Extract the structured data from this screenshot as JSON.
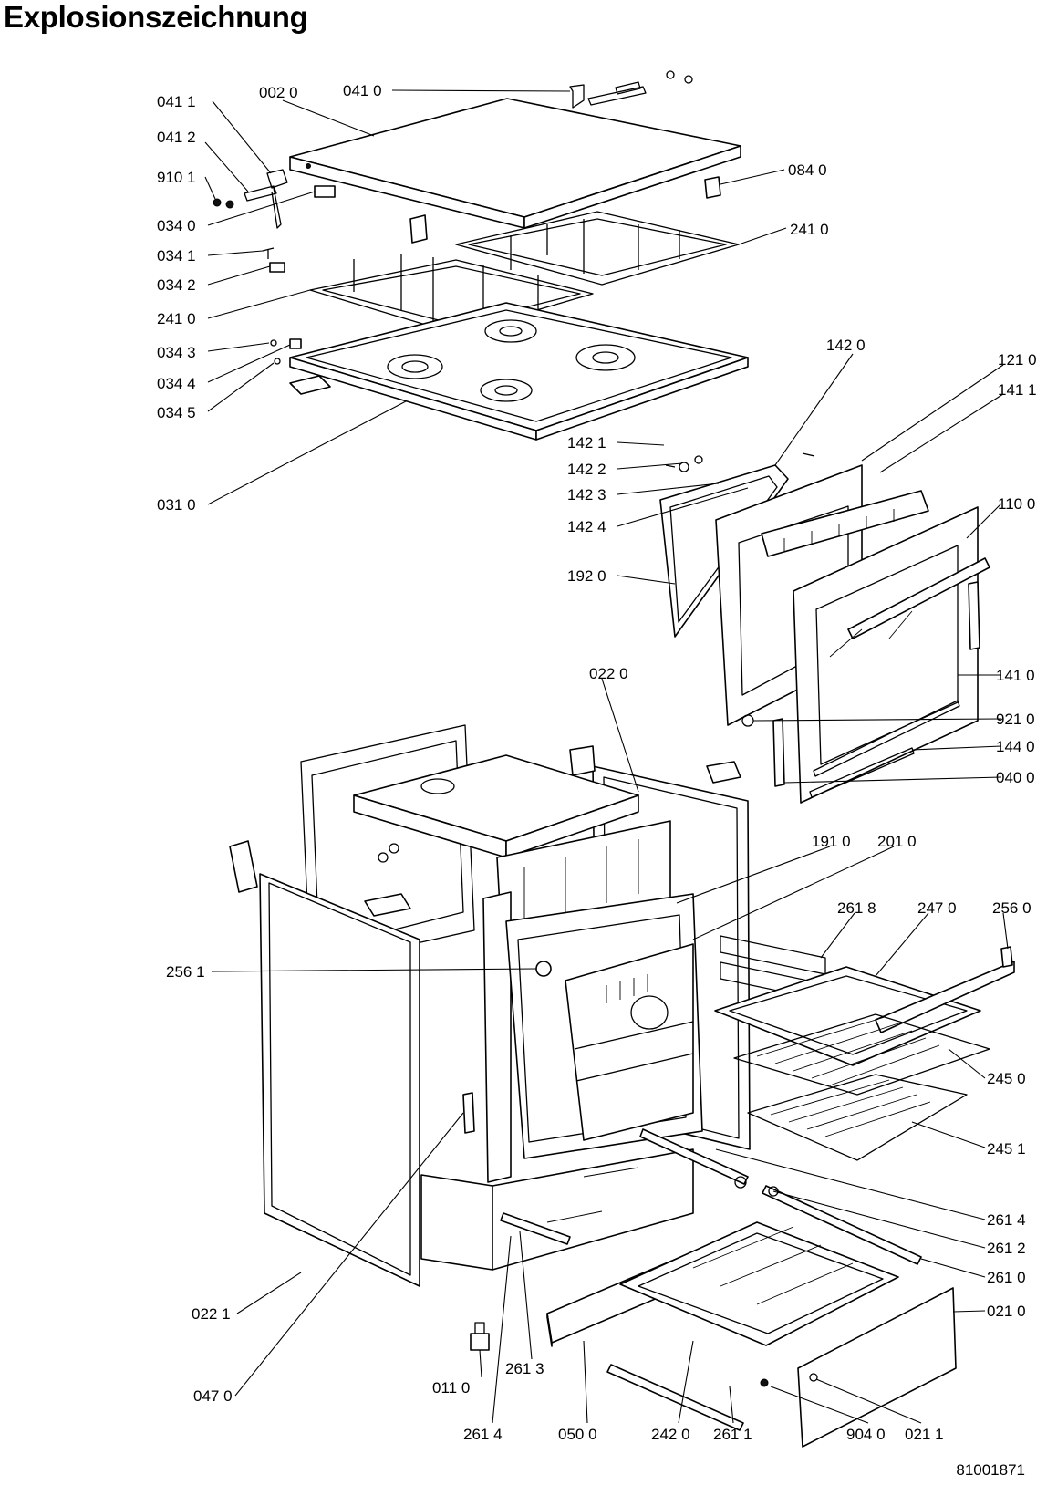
{
  "title": "Explosionszeichnung",
  "drawing_code": "81001871",
  "callouts": [
    {
      "id": "041-1",
      "text": "041 1"
    },
    {
      "id": "002-0",
      "text": "002 0"
    },
    {
      "id": "041-0",
      "text": "041 0"
    },
    {
      "id": "041-2",
      "text": "041 2"
    },
    {
      "id": "910-1",
      "text": "910 1"
    },
    {
      "id": "084-0",
      "text": "084 0"
    },
    {
      "id": "034-0",
      "text": "034 0"
    },
    {
      "id": "241-0-a",
      "text": "241 0"
    },
    {
      "id": "034-1",
      "text": "034 1"
    },
    {
      "id": "034-2",
      "text": "034 2"
    },
    {
      "id": "241-0-b",
      "text": "241 0"
    },
    {
      "id": "034-3",
      "text": "034 3"
    },
    {
      "id": "142-0",
      "text": "142 0"
    },
    {
      "id": "121-0",
      "text": "121 0"
    },
    {
      "id": "034-4",
      "text": "034 4"
    },
    {
      "id": "141-1",
      "text": "141 1"
    },
    {
      "id": "034-5",
      "text": "034 5"
    },
    {
      "id": "142-1",
      "text": "142 1"
    },
    {
      "id": "142-2",
      "text": "142 2"
    },
    {
      "id": "142-3",
      "text": "142 3"
    },
    {
      "id": "031-0",
      "text": "031 0"
    },
    {
      "id": "110-0",
      "text": "110 0"
    },
    {
      "id": "142-4",
      "text": "142 4"
    },
    {
      "id": "192-0",
      "text": "192 0"
    },
    {
      "id": "022-0",
      "text": "022 0"
    },
    {
      "id": "141-0",
      "text": "141 0"
    },
    {
      "id": "921-0",
      "text": "921 0"
    },
    {
      "id": "144-0",
      "text": "144 0"
    },
    {
      "id": "040-0",
      "text": "040 0"
    },
    {
      "id": "191-0",
      "text": "191 0"
    },
    {
      "id": "201-0",
      "text": "201 0"
    },
    {
      "id": "261-8",
      "text": "261 8"
    },
    {
      "id": "247-0",
      "text": "247 0"
    },
    {
      "id": "256-0",
      "text": "256 0"
    },
    {
      "id": "256-1",
      "text": "256 1"
    },
    {
      "id": "245-0",
      "text": "245 0"
    },
    {
      "id": "245-1",
      "text": "245 1"
    },
    {
      "id": "261-4-a",
      "text": "261 4"
    },
    {
      "id": "261-2",
      "text": "261 2"
    },
    {
      "id": "261-0",
      "text": "261 0"
    },
    {
      "id": "022-1",
      "text": "022 1"
    },
    {
      "id": "021-0",
      "text": "021 0"
    },
    {
      "id": "047-0",
      "text": "047 0"
    },
    {
      "id": "011-0",
      "text": "011 0"
    },
    {
      "id": "261-3",
      "text": "261 3"
    },
    {
      "id": "261-4-b",
      "text": "261 4"
    },
    {
      "id": "050-0",
      "text": "050 0"
    },
    {
      "id": "242-0",
      "text": "242 0"
    },
    {
      "id": "261-1",
      "text": "261 1"
    },
    {
      "id": "904-0",
      "text": "904 0"
    },
    {
      "id": "021-1",
      "text": "021 1"
    }
  ]
}
